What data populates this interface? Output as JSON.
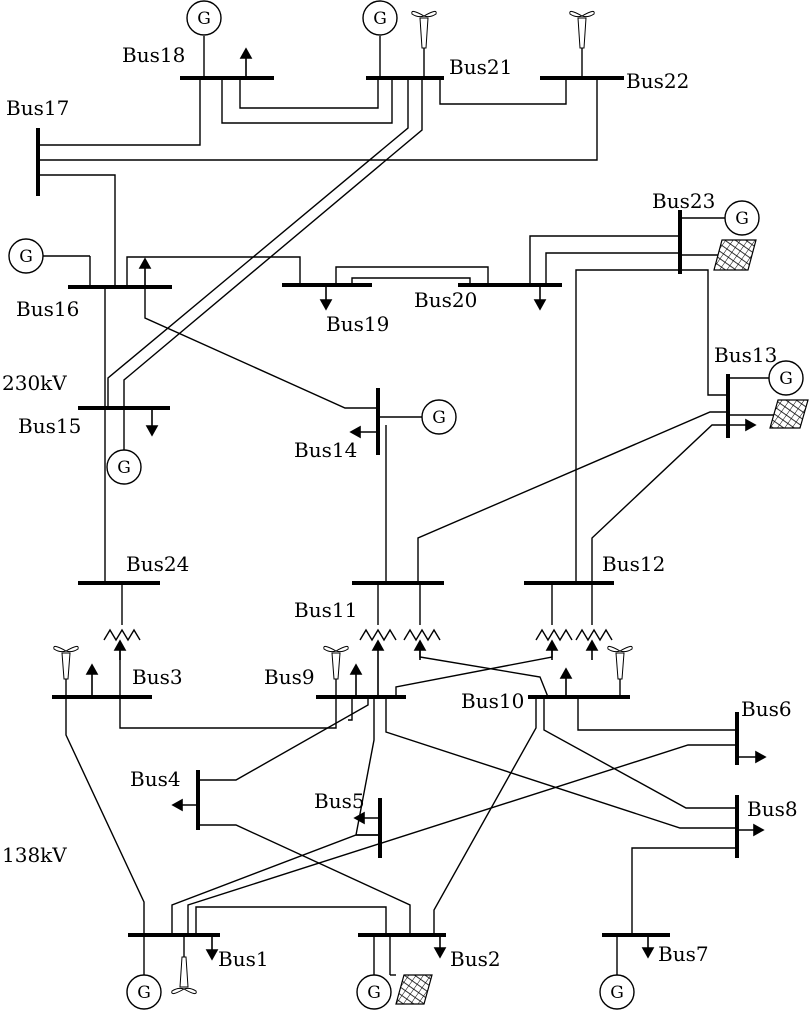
{
  "voltage_labels": {
    "high": "230kV",
    "low": "138kV"
  },
  "generator_symbol": "G",
  "buses": [
    {
      "id": "bus1",
      "label": "Bus1"
    },
    {
      "id": "bus2",
      "label": "Bus2"
    },
    {
      "id": "bus3",
      "label": "Bus3"
    },
    {
      "id": "bus4",
      "label": "Bus4"
    },
    {
      "id": "bus5",
      "label": "Bus5"
    },
    {
      "id": "bus6",
      "label": "Bus6"
    },
    {
      "id": "bus7",
      "label": "Bus7"
    },
    {
      "id": "bus8",
      "label": "Bus8"
    },
    {
      "id": "bus9",
      "label": "Bus9"
    },
    {
      "id": "bus10",
      "label": "Bus10"
    },
    {
      "id": "bus11",
      "label": "Bus11"
    },
    {
      "id": "bus12",
      "label": "Bus12"
    },
    {
      "id": "bus13",
      "label": "Bus13"
    },
    {
      "id": "bus14",
      "label": "Bus14"
    },
    {
      "id": "bus15",
      "label": "Bus15"
    },
    {
      "id": "bus16",
      "label": "Bus16"
    },
    {
      "id": "bus17",
      "label": "Bus17"
    },
    {
      "id": "bus18",
      "label": "Bus18"
    },
    {
      "id": "bus19",
      "label": "Bus19"
    },
    {
      "id": "bus20",
      "label": "Bus20"
    },
    {
      "id": "bus21",
      "label": "Bus21"
    },
    {
      "id": "bus22",
      "label": "Bus22"
    },
    {
      "id": "bus23",
      "label": "Bus23"
    },
    {
      "id": "bus24",
      "label": "Bus24"
    }
  ],
  "symbols": {
    "generator": "generator-icon",
    "wind_turbine": "wind-turbine-icon",
    "solar_panel": "solar-panel-icon",
    "load_arrow": "load-arrow-icon",
    "transformer": "transformer-icon"
  }
}
